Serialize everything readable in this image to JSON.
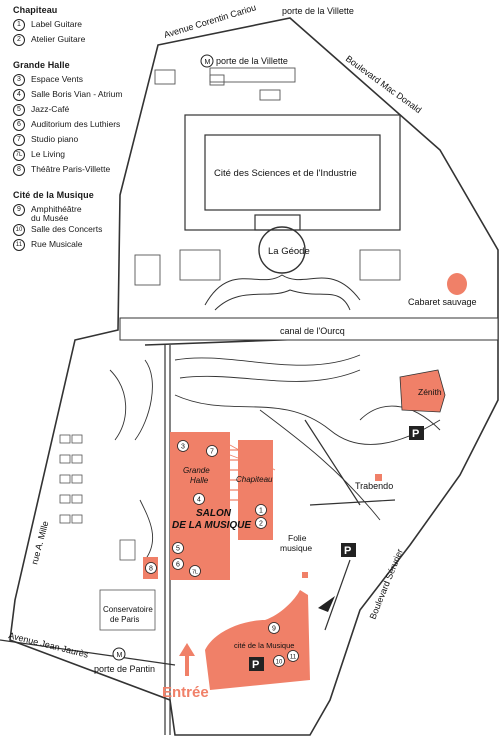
{
  "legend": {
    "sections": [
      {
        "title": "Chapiteau",
        "items": [
          {
            "num": "1",
            "label": "Label Guitare"
          },
          {
            "num": "2",
            "label": "Atelier Guitare"
          }
        ]
      },
      {
        "title": "Grande Halle",
        "items": [
          {
            "num": "3",
            "label": "Espace Vents"
          },
          {
            "num": "4",
            "label": "Salle Boris Vian - Atrium"
          },
          {
            "num": "5",
            "label": "Jazz-Café"
          },
          {
            "num": "6",
            "label": "Auditorium des Luthiers"
          },
          {
            "num": "7",
            "label": "Studio piano"
          },
          {
            "num": "7L",
            "label": "Le Living"
          },
          {
            "num": "8",
            "label": "Théâtre Paris-Villette"
          }
        ]
      },
      {
        "title": "Cité de la Musique",
        "items": [
          {
            "num": "9",
            "label": "Amphithéâtre\ndu Musée"
          },
          {
            "num": "10",
            "label": "Salle des Concerts"
          },
          {
            "num": "11",
            "label": "Rue Musicale"
          }
        ]
      }
    ]
  },
  "streets": {
    "corentin": "Avenue Corentin Cariou",
    "porte_villette": "porte de la Villette",
    "mac_donald": "Boulevard Mac Donald",
    "serurier": "Boulevard Sérurier",
    "jaures": "Avenue Jean Jaurès",
    "mille": "rue A. Mille",
    "canal": "canal de l'Ourcq"
  },
  "places": {
    "metro_villette": "porte de la Villette",
    "metro_pantin": "porte de Pantin",
    "metro_symbol": "M",
    "cite_sciences": "Cité des Sciences et de l'Industrie",
    "geode": "La Géode",
    "cabaret": "Cabaret sauvage",
    "zenith": "Zénith",
    "trabendo": "Trabendo",
    "folie": "Folie\nmusique",
    "conservatoire": "Conservatoire\nde Paris",
    "grande_halle": "Grande\nHalle",
    "chapiteau": "Chapiteau",
    "salon": "SALON\nDE LA MUSIQUE",
    "cite_musique": "cité de la Musique",
    "parking": "P",
    "entree": "Entrée"
  },
  "markers": [
    "1",
    "2",
    "3",
    "4",
    "5",
    "6",
    "7",
    "7L",
    "8",
    "9",
    "10",
    "11"
  ],
  "colors": {
    "venue": "#f08068",
    "entree": "#f08068",
    "parking": "#222222",
    "outline": "#333333"
  }
}
